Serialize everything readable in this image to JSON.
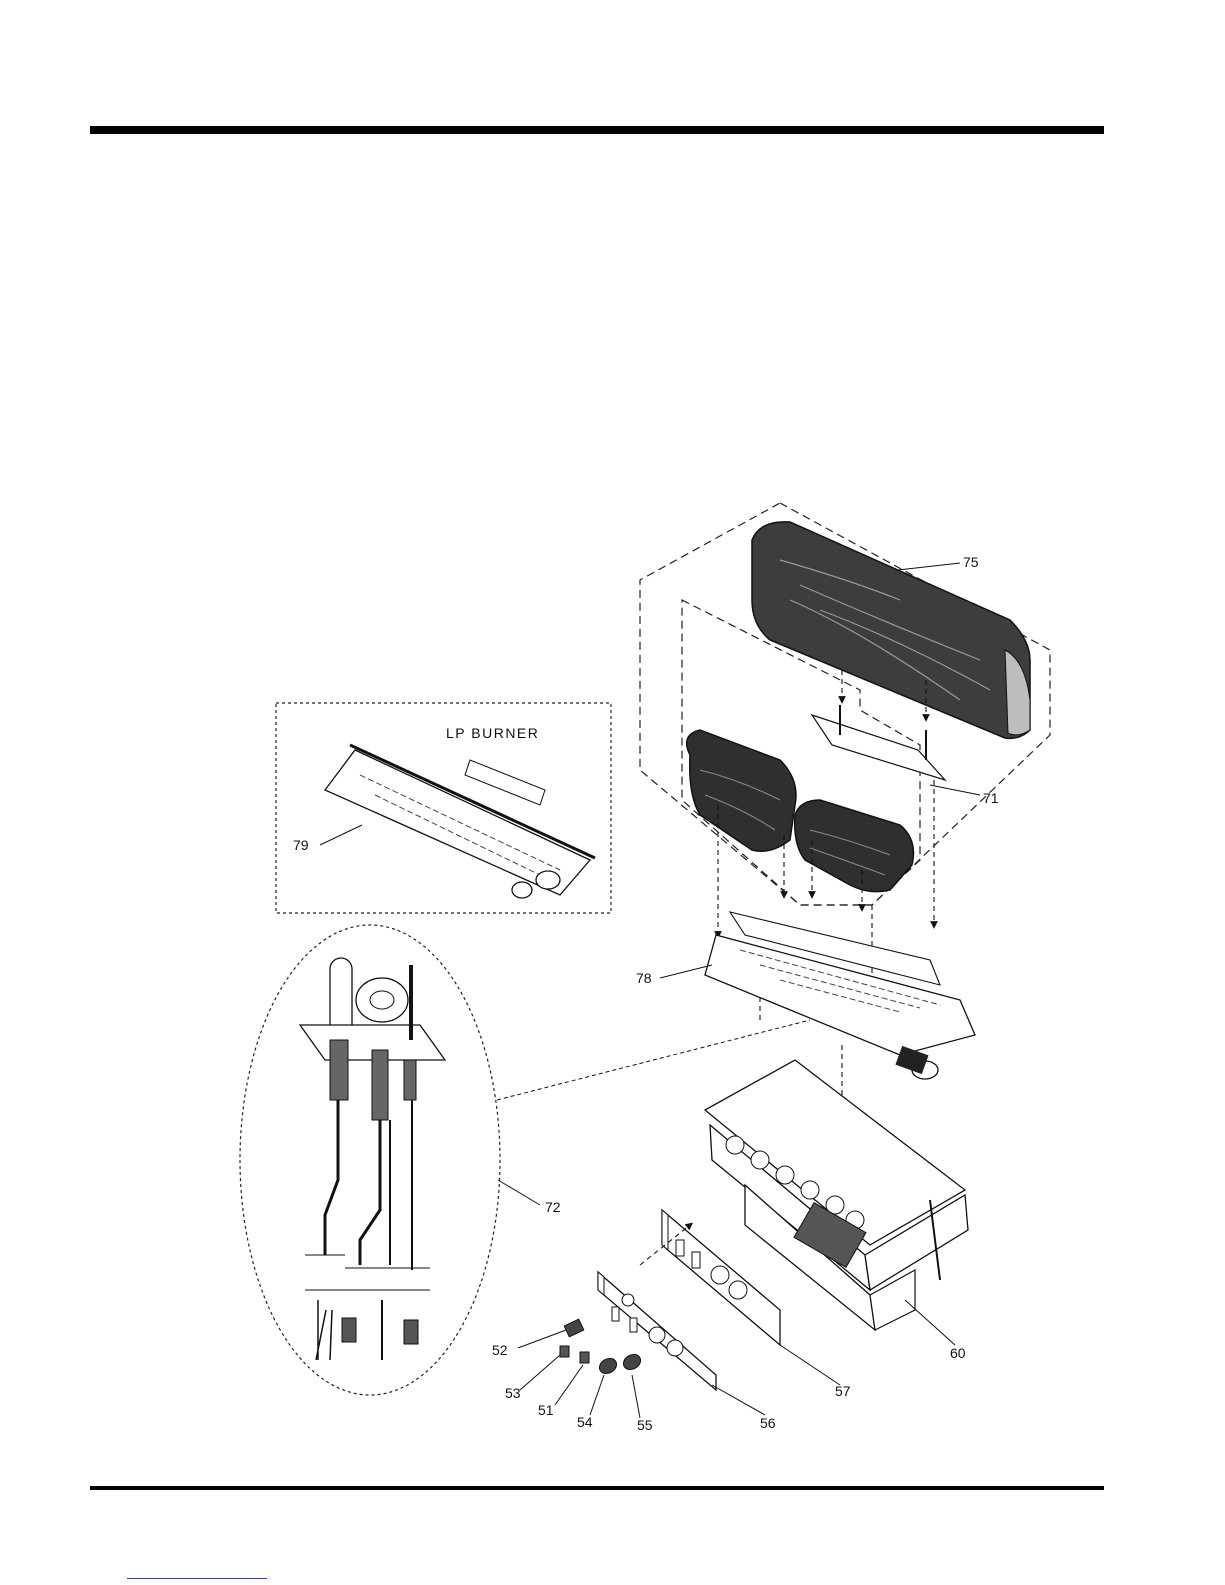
{
  "diagram": {
    "inset_title": "LP BURNER",
    "callouts": {
      "75": "75",
      "71": "71",
      "79": "79",
      "78": "78",
      "72": "72",
      "60": "60",
      "57": "57",
      "56": "56",
      "55": "55",
      "54": "54",
      "51": "51",
      "53": "53",
      "52": "52"
    }
  }
}
